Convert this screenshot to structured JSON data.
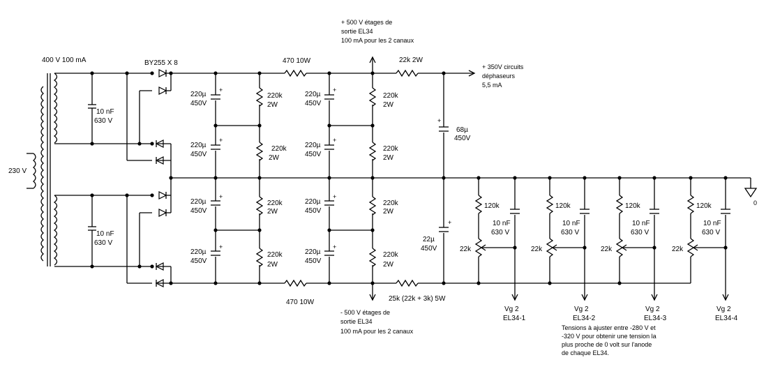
{
  "labels": {
    "tr_rating": "400 V 100 mA",
    "mains": "230 V",
    "diodes": "BY255 X 8",
    "r_top": "470 10W",
    "r_bot": "470 10W",
    "r22k": "22k 2W",
    "r25k": "25k (22k + 3k) 5W",
    "out500_l1": "+ 500 V étages de",
    "out500_l2": "sortie EL34",
    "out500_l3": "100 mA pour les 2 canaux",
    "out350_l1": "+ 350V circuits",
    "out350_l2": "déphaseurs",
    "out350_l3": "5,5 mA",
    "neg500_l1": "- 500 V étages de",
    "neg500_l2": "sortie EL34",
    "neg500_l3": "100 mA pour les 2 canaux",
    "c10n_a": "10 nF",
    "c10n_b": "630 V",
    "c220_a": "220µ",
    "c220_b": "450V",
    "r220_a": "220k",
    "r220_b": "2W",
    "c68_a": "68µ",
    "c68_b": "450V",
    "c22_a": "22µ",
    "c22_b": "450V",
    "r120k": "120k",
    "pot22k": "22k",
    "vg_a": "Vg 2",
    "note_l1": "Tensions à ajuster entre -280 V et",
    "note_l2": "-320 V pour obtenir une tension la",
    "note_l3": "plus proche de 0 volt sur l'anode",
    "note_l4": "de chaque EL34.",
    "ground": "0"
  },
  "vg_outputs": [
    "EL34-1",
    "EL34-2",
    "EL34-3",
    "EL34-4"
  ]
}
